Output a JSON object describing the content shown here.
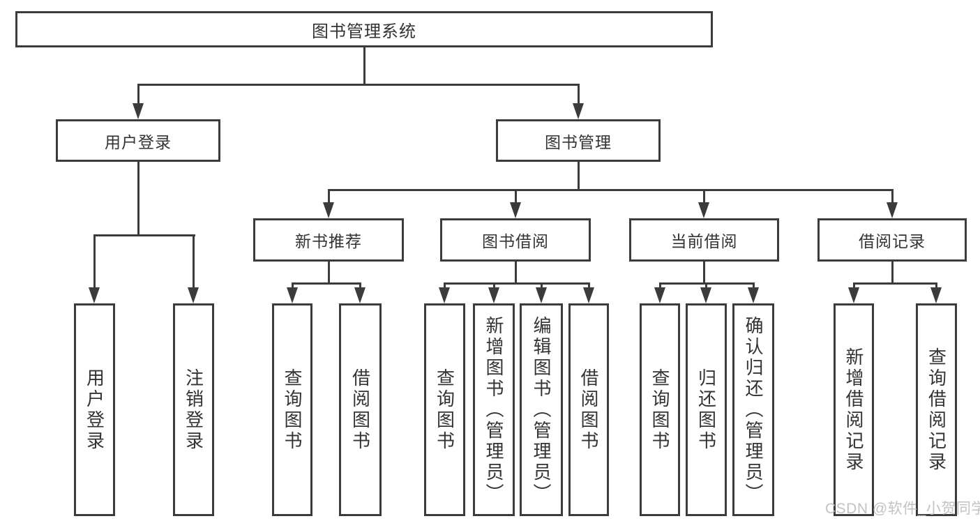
{
  "diagram": {
    "root": "图书管理系统",
    "branches": [
      {
        "label": "用户登录",
        "children": [
          "用户登录",
          "注销登录"
        ]
      },
      {
        "label": "图书管理",
        "groups": [
          {
            "label": "新书推荐",
            "children": [
              "查询图书",
              "借阅图书"
            ]
          },
          {
            "label": "图书借阅",
            "children": [
              "查询图书",
              "新增图书（管理员）",
              "编辑图书（管理员）",
              "借阅图书"
            ]
          },
          {
            "label": "当前借阅",
            "children": [
              "查询图书",
              "归还图书",
              "确认归还（管理员）"
            ]
          },
          {
            "label": "借阅记录",
            "children": [
              "新增借阅记录",
              "查询借阅记录"
            ]
          }
        ]
      }
    ]
  },
  "watermark": "CSDN @软件_小贺同学",
  "colors": {
    "line": "#3b3b3b",
    "text": "#333333",
    "watermark": "#bdbdbd",
    "background": "#ffffff"
  }
}
